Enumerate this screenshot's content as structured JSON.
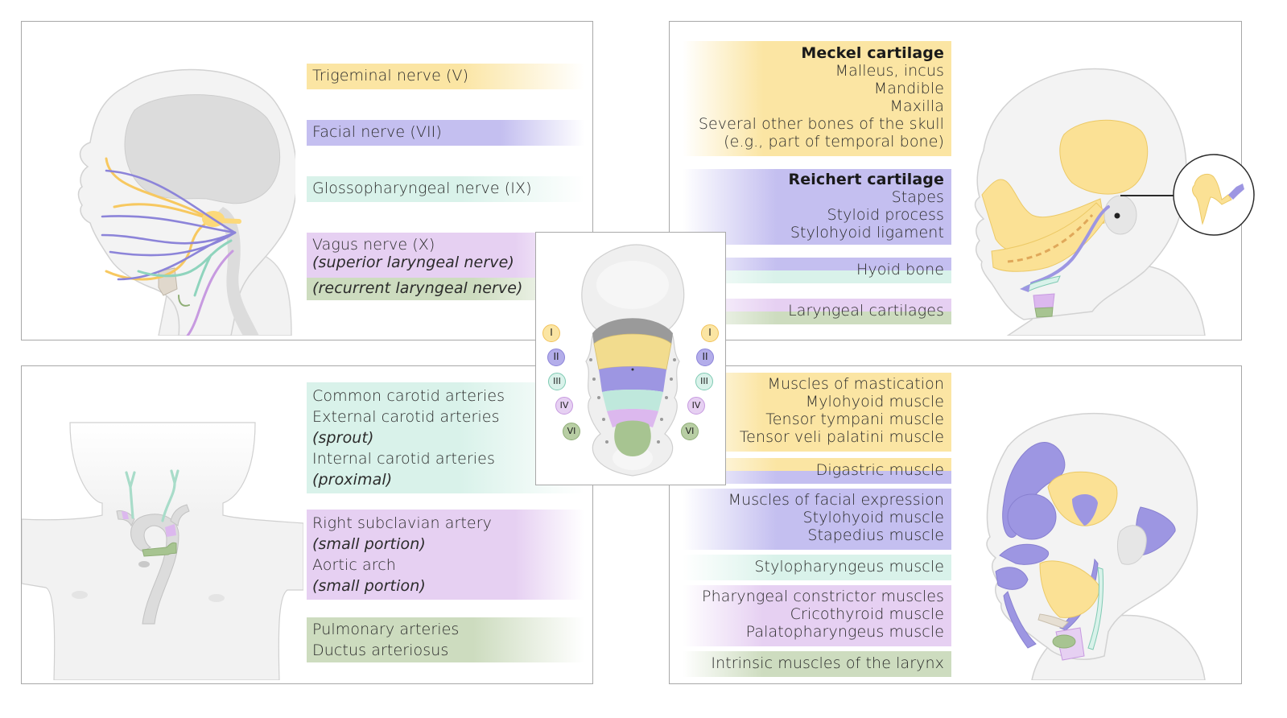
{
  "colors": {
    "arch_I": "#fbe5a3",
    "arch_II": "#c4bff0",
    "arch_III": "#d9f2ea",
    "arch_IV": "#e6d0f2",
    "arch_VI": "#cddcbf",
    "arch_I_stroke": "#f2c25a",
    "arch_II_stroke": "#8c84d9",
    "arch_III_stroke": "#7fcab3",
    "arch_IV_stroke": "#c79ae0",
    "arch_VI_stroke": "#8fae77",
    "skin": "#f2f2f2",
    "skin_stroke": "#cfcfcf"
  },
  "nerves": {
    "title_hidden": "Cranial nerves",
    "items": [
      {
        "arch": "I",
        "lines": [
          "Trigeminal nerve (V)"
        ]
      },
      {
        "arch": "II",
        "lines": [
          "Facial nerve (VII)"
        ]
      },
      {
        "arch": "III",
        "lines": [
          "Glossopharyngeal nerve (IX)"
        ]
      },
      {
        "arch": "IV",
        "lines": [
          "Vagus nerve (X)",
          "(superior laryngeal nerve)"
        ]
      },
      {
        "arch": "VI",
        "lines": [
          "(recurrent laryngeal nerve)"
        ]
      }
    ]
  },
  "cartilage": {
    "items": [
      {
        "arch": "I",
        "heading": "Meckel cartilage",
        "lines": [
          "Malleus, incus",
          "Mandible",
          "Maxilla",
          "Several other bones of the skull",
          "(e.g., part of temporal bone)"
        ]
      },
      {
        "arch": "II",
        "heading": "Reichert cartilage",
        "lines": [
          "Stapes",
          "Styloid process",
          "Stylohyoid ligament"
        ]
      },
      {
        "arch": "II/III",
        "lines": [
          "Hyoid bone"
        ]
      },
      {
        "arch": "IV/VI",
        "lines": [
          "Laryngeal cartilages"
        ]
      }
    ]
  },
  "arteries": {
    "items": [
      {
        "arch": "III",
        "lines": [
          "Common carotid arteries",
          "External carotid arteries",
          "(sprout)",
          "Internal carotid arteries",
          "(proximal)"
        ]
      },
      {
        "arch": "IV",
        "lines": [
          "Right subclavian artery",
          "(small portion)",
          "Aortic arch",
          "(small portion)"
        ]
      },
      {
        "arch": "VI",
        "lines": [
          "Pulmonary arteries",
          "Ductus arteriosus"
        ]
      }
    ]
  },
  "muscles": {
    "items": [
      {
        "arch": "I",
        "lines": [
          "Muscles of mastication",
          "Mylohyoid muscle",
          "Tensor tympani muscle",
          "Tensor veli palatini muscle"
        ]
      },
      {
        "arch": "I/II",
        "lines": [
          "Digastric muscle"
        ]
      },
      {
        "arch": "II",
        "lines": [
          "Muscles of facial expression",
          "Stylohyoid muscle",
          "Stapedius muscle"
        ]
      },
      {
        "arch": "III",
        "lines": [
          "Stylopharyngeus muscle"
        ]
      },
      {
        "arch": "IV",
        "lines": [
          "Pharyngeal constrictor muscles",
          "Cricothyroid muscle",
          "Palatopharyngeus muscle"
        ]
      },
      {
        "arch": "VI",
        "lines": [
          "Intrinsic muscles of the larynx"
        ]
      }
    ]
  },
  "center": {
    "arch_labels": [
      "I",
      "II",
      "III",
      "IV",
      "VI"
    ]
  }
}
